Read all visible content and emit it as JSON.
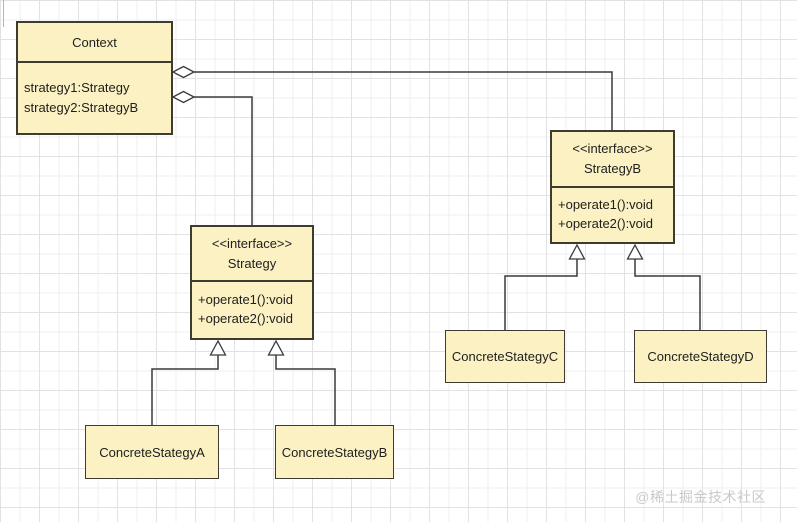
{
  "watermark": "@稀土掘金技术社区",
  "colors": {
    "box_fill": "#fbf1c2",
    "box_border": "#3e3c30",
    "connector_line": "#3a3a3a",
    "grid_minor": "#efefef",
    "grid_major": "#e2e2e2",
    "watermark": "#c9c9c9"
  },
  "classes": {
    "context": {
      "title": "Context",
      "attributes": [
        "strategy1:Strategy",
        "strategy2:StrategyB"
      ]
    },
    "strategy": {
      "stereotype": "<<interface>>",
      "name": "Strategy",
      "methods": [
        "+operate1():void",
        "+operate2():void"
      ]
    },
    "strategy_b": {
      "stereotype": "<<interface>>",
      "name": "StrategyB",
      "methods": [
        "+operate1():void",
        "+operate2():void"
      ]
    },
    "concrete_a": {
      "name": "ConcreteStategyA"
    },
    "concrete_b": {
      "name": "ConcreteStategyB"
    },
    "concrete_c": {
      "name": "ConcreteStategyC"
    },
    "concrete_d": {
      "name": "ConcreteStategyD"
    }
  },
  "relationships": [
    {
      "type": "aggregation",
      "from": "Context",
      "to": "StrategyB"
    },
    {
      "type": "aggregation",
      "from": "Context",
      "to": "Strategy"
    },
    {
      "type": "inheritance",
      "from": "ConcreteStategyA",
      "to": "Strategy"
    },
    {
      "type": "inheritance",
      "from": "ConcreteStategyB",
      "to": "Strategy"
    },
    {
      "type": "inheritance",
      "from": "ConcreteStategyC",
      "to": "StrategyB"
    },
    {
      "type": "inheritance",
      "from": "ConcreteStategyD",
      "to": "StrategyB"
    }
  ]
}
